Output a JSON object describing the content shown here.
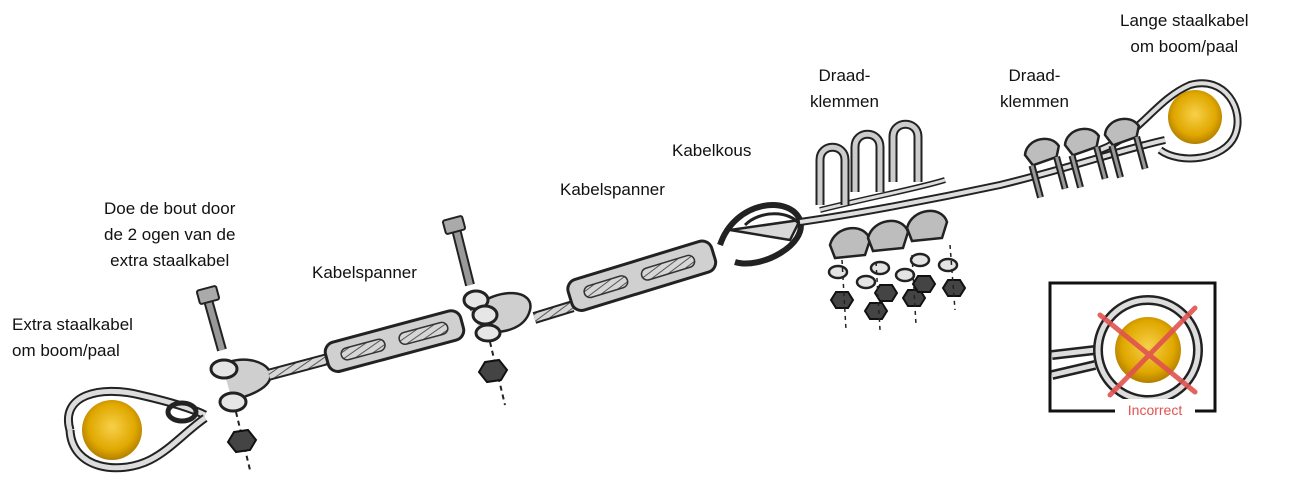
{
  "labels": {
    "extra_cable": [
      "Extra staalkabel",
      "om boom/paal"
    ],
    "bolt_instruction": [
      "Doe de bout door",
      "de 2 ogen van de",
      "extra staalkabel"
    ],
    "turnbuckle_1": "Kabelspanner",
    "turnbuckle_2": "Kabelspanner",
    "thimble": "Kabelkous",
    "clamps_1": [
      "Draad-",
      "klemmen"
    ],
    "clamps_2": [
      "Draad-",
      "klemmen"
    ],
    "long_cable": [
      "Lange staalkabel",
      "om boom/paal"
    ],
    "incorrect": "Incorrect"
  },
  "colors": {
    "metal": "#c9c9c9",
    "metal_dark": "#5a5a5a",
    "outline": "#222222",
    "tree": "#e0a800",
    "tree_center": "#f7d04a",
    "cross": "#e0534f"
  },
  "icons": [
    "tree-post-icon",
    "bolt-icon",
    "nut-icon",
    "turnbuckle-icon",
    "thimble-icon",
    "wire-clamp-icon",
    "incorrect-cross-icon"
  ]
}
